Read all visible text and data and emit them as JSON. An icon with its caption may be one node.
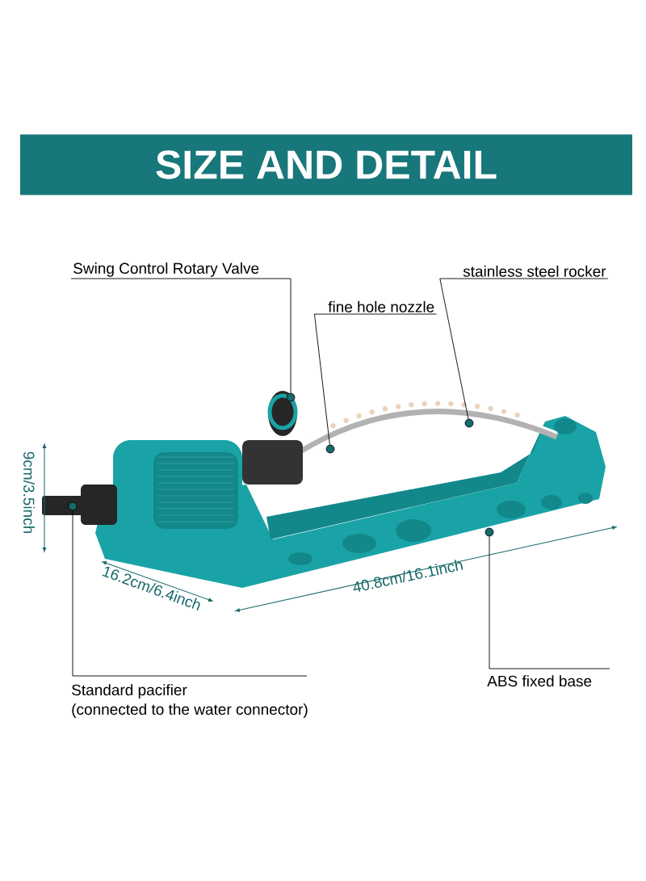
{
  "diagram": {
    "nodes": [
      {
        "text": [
          "SIZE AND DETAIL"
        ]
      },
      {
        "text": [
          "Swing Control Rotary Valve"
        ]
      },
      {
        "text": [
          "fine hole nozzle"
        ]
      },
      {
        "text": [
          "stainless steel rocker"
        ]
      },
      {
        "text": [
          "Standard pacifier",
          "(connected to the water connector)"
        ]
      },
      {
        "text": [
          "ABS fixed base"
        ]
      },
      {
        "text": [],
        "shape": "circle"
      },
      {
        "text": [],
        "shape": "circle"
      },
      {
        "text": [],
        "shape": "circle"
      },
      {
        "text": [],
        "shape": "circle"
      },
      {
        "text": [],
        "shape": "circle"
      }
    ],
    "edges": [
      {
        "from": 1,
        "to": 6,
        "arrow": "none"
      },
      {
        "from": 2,
        "to": 7,
        "arrow": "none"
      },
      {
        "from": 3,
        "to": 8,
        "arrow": "none"
      },
      {
        "from": 4,
        "to": 9,
        "arrow": "none"
      },
      {
        "from": 5,
        "to": 10,
        "arrow": "none"
      }
    ],
    "labels": [
      "9cm/3.5inch",
      "16.2cm/6.4inch",
      "40.8cm/16.1inch"
    ]
  }
}
